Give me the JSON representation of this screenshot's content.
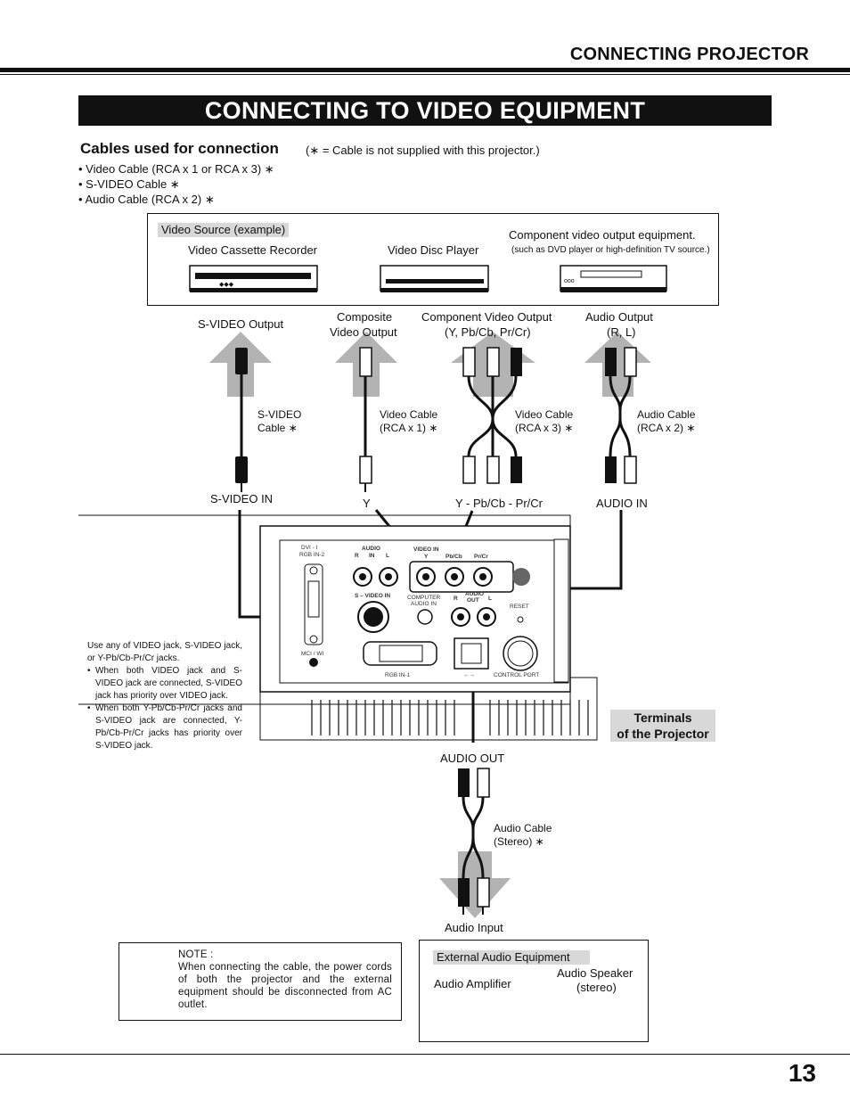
{
  "header": {
    "section": "CONNECTING PROJECTOR",
    "title": "CONNECTING TO VIDEO EQUIPMENT"
  },
  "cables": {
    "heading": "Cables used for connection",
    "note": "(∗ = Cable is not supplied with this projector.)",
    "items": [
      "• Video Cable (RCA x 1 or RCA x 3) ∗",
      "• S-VIDEO Cable ∗",
      "• Audio Cable (RCA x 2) ∗"
    ]
  },
  "source_box": {
    "tag": "Video Source (example)",
    "vcr": "Video Cassette Recorder",
    "vdp": "Video Disc Player",
    "component": "Component video output equipment.",
    "component_note": "(such as DVD player or high-definition TV source.)"
  },
  "outputs": {
    "svideo": "S-VIDEO Output",
    "composite_1": "Composite",
    "composite_2": "Video Output",
    "component_1": "Component Video Output",
    "component_2": "(Y, Pb/Cb, Pr/Cr)",
    "audio_1": "Audio Output",
    "audio_2": "(R, L)"
  },
  "cable_labels": {
    "svideo_1": "S-VIDEO",
    "svideo_2": "Cable ∗",
    "video1_1": "Video Cable",
    "video1_2": "(RCA x 1) ∗",
    "video3_1": "Video Cable",
    "video3_2": "(RCA x 3) ∗",
    "audio_1": "Audio Cable",
    "audio_2": "(RCA x 2) ∗",
    "stereo_1": "Audio Cable",
    "stereo_2": "(Stereo) ∗"
  },
  "inputs": {
    "svideo_in": "S-VIDEO IN",
    "y": "Y",
    "ypbpr": "Y - Pb/Cb - Pr/Cr",
    "audio_in": "AUDIO IN",
    "audio_out": "AUDIO OUT",
    "audio_input": "Audio Input"
  },
  "panel": {
    "dvi": "DVI - I",
    "rgb2": "RGB IN-2",
    "audio": "AUDIO",
    "r": "R",
    "in": "IN",
    "l": "L",
    "video_in": "VIDEO IN",
    "y": "Y",
    "pb": "Pb/Cb",
    "pr": "Pr/Cr",
    "svideo_in": "S – VIDEO IN",
    "computer_1": "COMPUTER",
    "computer_2": "AUDIO IN",
    "audio_out_r": "R",
    "audio_out_1": "AUDIO",
    "audio_out_2": "OUT",
    "audio_out_l": "L",
    "reset": "RESET",
    "mci": "MCI / WI",
    "rgb1": "RGB IN-1",
    "usb": "←→",
    "control": "CONTROL  PORT"
  },
  "side_note": {
    "intro": "Use any of VIDEO jack, S-VIDEO jack, or Y-Pb/Cb-Pr/Cr jacks.",
    "items": [
      "When both VIDEO jack and S-VIDEO jack are connected, S-VIDEO jack has priority over VIDEO jack.",
      "When both Y-Pb/Cb-Pr/Cr jacks and S-VIDEO jack are connected, Y-Pb/Cb-Pr/Cr jacks has priority over S-VIDEO jack."
    ]
  },
  "terminals": {
    "line1": "Terminals",
    "line2": "of the Projector"
  },
  "note": {
    "heading": "NOTE   :",
    "body": "When connecting the cable, the power cords of both the projector and the external equipment should be disconnected from AC outlet."
  },
  "external": {
    "tag": "External Audio Equipment",
    "amp": "Audio Amplifier",
    "speaker_1": "Audio Speaker",
    "speaker_2": "(stereo)"
  },
  "page_number": "13",
  "colors": {
    "ink": "#111111",
    "tag_gray": "#d8d8d8",
    "arrow_gray": "#b3b3b3"
  }
}
